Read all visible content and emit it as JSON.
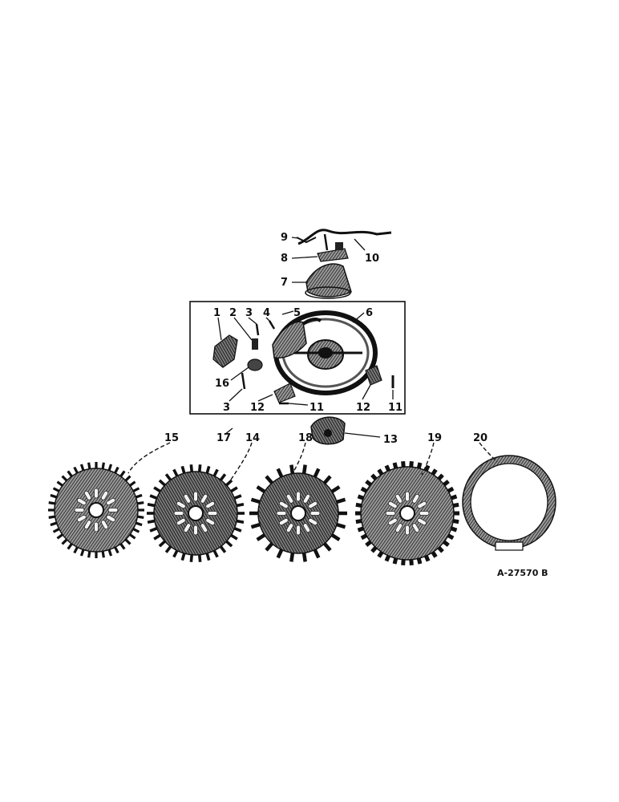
{
  "diagram": {
    "reference_number": "A-27570 B",
    "callouts": {
      "c1": "1",
      "c2": "2",
      "c3a": "3",
      "c3b": "3",
      "c4": "4",
      "c5": "5",
      "c6": "6",
      "c7": "7",
      "c8": "8",
      "c9": "9",
      "c10": "10",
      "c11a": "11",
      "c11b": "11",
      "c12a": "12",
      "c12b": "12",
      "c13": "13",
      "c14": "14",
      "c15": "15",
      "c16": "16",
      "c17": "17",
      "c18": "18",
      "c19": "19",
      "c20": "20"
    }
  }
}
